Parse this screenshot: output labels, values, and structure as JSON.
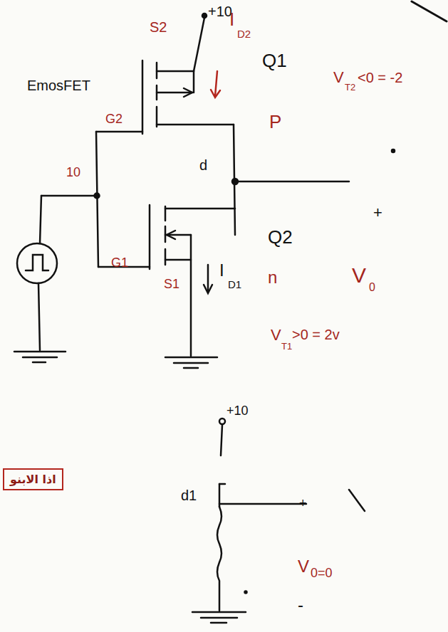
{
  "diagram": {
    "nodes": [
      {
        "text": [
          "اذا الابنو"
        ]
      }
    ],
    "labels": [
      "+10",
      "S2",
      "I",
      "D2",
      "Q1",
      "V",
      "T2",
      "<0 = -2",
      "EmosFET",
      "G2",
      "P",
      "d",
      "10",
      "+",
      "Q2",
      "G1",
      "S1",
      "I",
      "D1",
      "n",
      "V",
      "0",
      "V",
      "T1",
      ">0 = 2v",
      "+10",
      "d1",
      "+",
      "V",
      "0=0",
      "-"
    ]
  }
}
